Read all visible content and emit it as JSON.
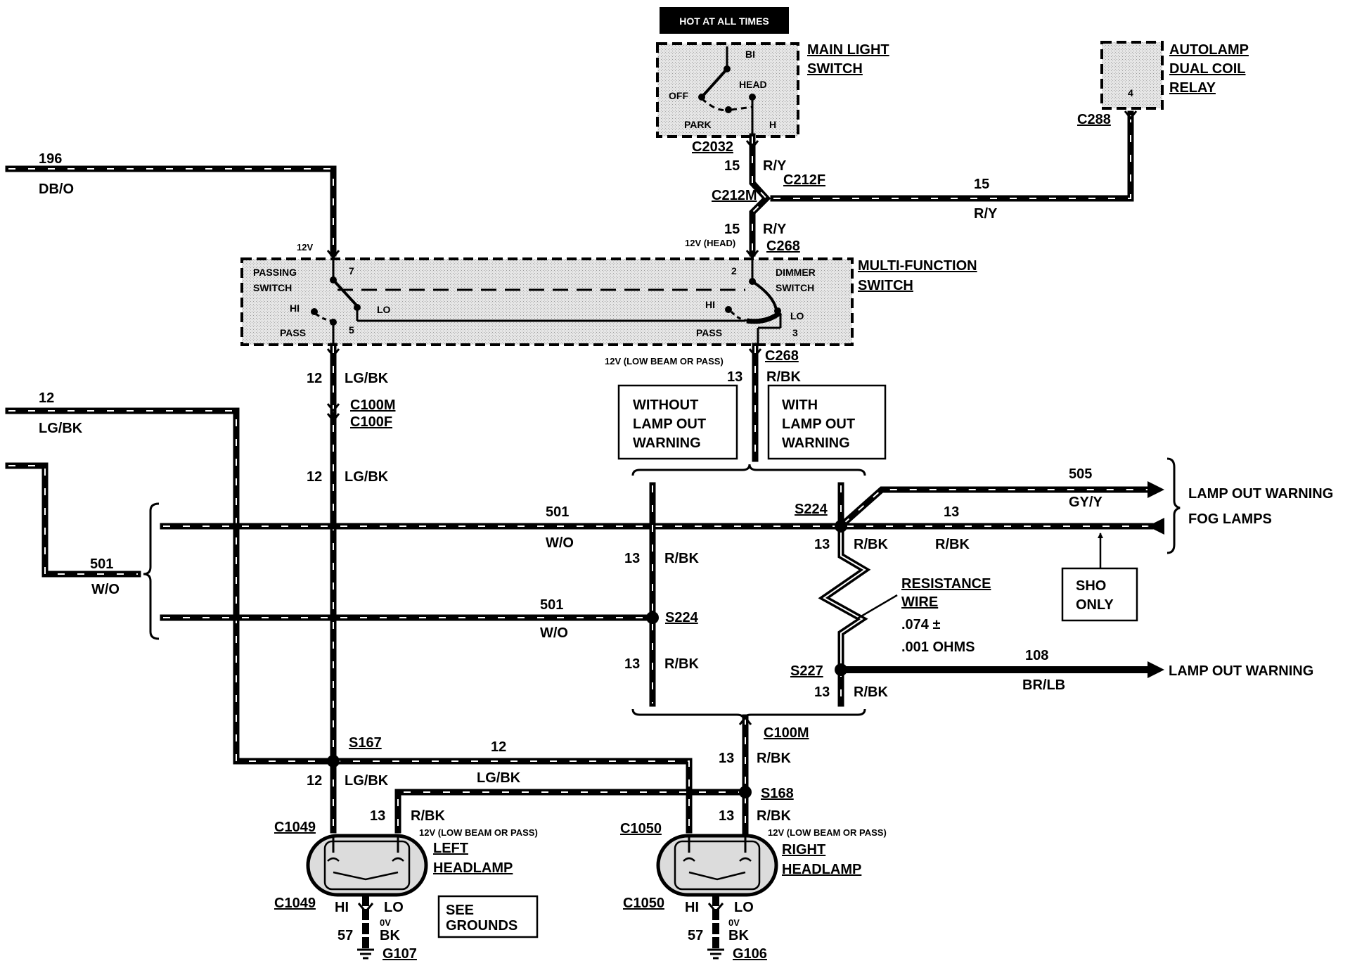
{
  "hot_label": "HOT AT ALL TIMES",
  "main_switch": {
    "title": [
      "MAIN LIGHT",
      "SWITCH"
    ],
    "positions": {
      "bi": "BI",
      "head": "HEAD",
      "off": "OFF",
      "park": "PARK",
      "h": "H"
    }
  },
  "autolamp": {
    "title": [
      "AUTOLAMP",
      "DUAL COIL",
      "RELAY"
    ],
    "pin": "4"
  },
  "multifunction": {
    "title": [
      "MULTI-FUNCTION",
      "SWITCH"
    ],
    "passing": {
      "name": [
        "PASSING",
        "SWITCH"
      ],
      "hi": "HI",
      "lo": "LO",
      "pass": "PASS",
      "pin_in": "7",
      "pin_out": "5"
    },
    "dimmer": {
      "name": [
        "DIMMER",
        "SWITCH"
      ],
      "hi": "HI",
      "lo": "LO",
      "pass": "PASS",
      "pin_in": "2",
      "pin_out": "3"
    }
  },
  "connectors": {
    "c2032": "C2032",
    "c212m": "C212M",
    "c212f": "C212F",
    "c268_top": "C268",
    "c268_bot": "C268",
    "c288": "C288",
    "c100m_top": "C100M",
    "c100f": "C100F",
    "c100m_bot": "C100M",
    "c1049_top": "C1049",
    "c1049_bot": "C1049",
    "c1050_top": "C1050",
    "c1050_bot": "C1050"
  },
  "splices": {
    "s224_right": "S224",
    "s224_left": "S224",
    "s227": "S227",
    "s167": "S167",
    "s168": "S168"
  },
  "wires": {
    "w196": {
      "num": "196",
      "color": "DB/O"
    },
    "w15a": {
      "num": "15",
      "color": "R/Y"
    },
    "w15b": {
      "num": "15",
      "color": "R/Y"
    },
    "w15c": {
      "num": "15",
      "color": "R/Y"
    },
    "w12_left": {
      "num": "12",
      "color": "LG/BK"
    },
    "w12_mf": {
      "num": "12",
      "color": "LG/BK"
    },
    "w12_mid": {
      "num": "12",
      "color": "LG/BK"
    },
    "w12_s167": {
      "num": "12",
      "color": "LG/BK"
    },
    "w12_bot": {
      "num": "12",
      "color": "LG/BK"
    },
    "w13_mf": {
      "num": "13",
      "color": "R/BK"
    },
    "w501_left": {
      "num": "501",
      "color": "W/O"
    },
    "w501_top": {
      "num": "501",
      "color": "W/O"
    },
    "w501_low": {
      "num": "501",
      "color": "W/O"
    },
    "w13_wo_top": {
      "num": "13",
      "color": "R/BK"
    },
    "w13_wo_bot": {
      "num": "13",
      "color": "R/BK"
    },
    "w505": {
      "num": "505",
      "color": "GY/Y"
    },
    "w13_fog": {
      "num": "13",
      "color": "R/BK"
    },
    "w13_s224": {
      "num": "13",
      "color": "R/BK"
    },
    "w108": {
      "num": "108",
      "color": "BR/LB"
    },
    "w13_s227": {
      "num": "13",
      "color": "R/BK"
    },
    "w13_c100": {
      "num": "13",
      "color": "R/BK"
    },
    "w13_left_hl": {
      "num": "13",
      "color": "R/BK"
    },
    "w13_right_hl": {
      "num": "13",
      "color": "R/BK"
    },
    "w57_left": {
      "num": "57",
      "color": "BK"
    },
    "w57_right": {
      "num": "57",
      "color": "BK"
    }
  },
  "voltages": {
    "v12": "12V",
    "v12head": "12V (HEAD)",
    "v12low_mf": "12V (LOW BEAM OR PASS)",
    "v12low_left": "12V (LOW BEAM OR PASS)",
    "v12low_right": "12V (LOW BEAM OR PASS)",
    "v0_left": "0V",
    "v0_right": "0V"
  },
  "options": {
    "without": [
      "WITHOUT",
      "LAMP OUT",
      "WARNING"
    ],
    "with": [
      "WITH",
      "LAMP OUT",
      "WARNING"
    ]
  },
  "resistance": {
    "title": [
      "RESISTANCE",
      "WIRE"
    ],
    "value": [
      ".074 ±",
      ".001 OHMS"
    ]
  },
  "destinations": {
    "lamp_out_1": "LAMP OUT WARNING",
    "fog": "FOG LAMPS",
    "lamp_out_2": "LAMP OUT WARNING"
  },
  "sho_only": [
    "SHO",
    "ONLY"
  ],
  "headlamps": {
    "left": {
      "title": [
        "LEFT",
        "HEADLAMP"
      ],
      "hi": "HI",
      "lo": "LO",
      "ground": "G107"
    },
    "right": {
      "title": [
        "RIGHT",
        "HEADLAMP"
      ],
      "hi": "HI",
      "lo": "LO",
      "ground": "G106"
    }
  },
  "see_grounds": [
    "SEE",
    "GROUNDS"
  ]
}
